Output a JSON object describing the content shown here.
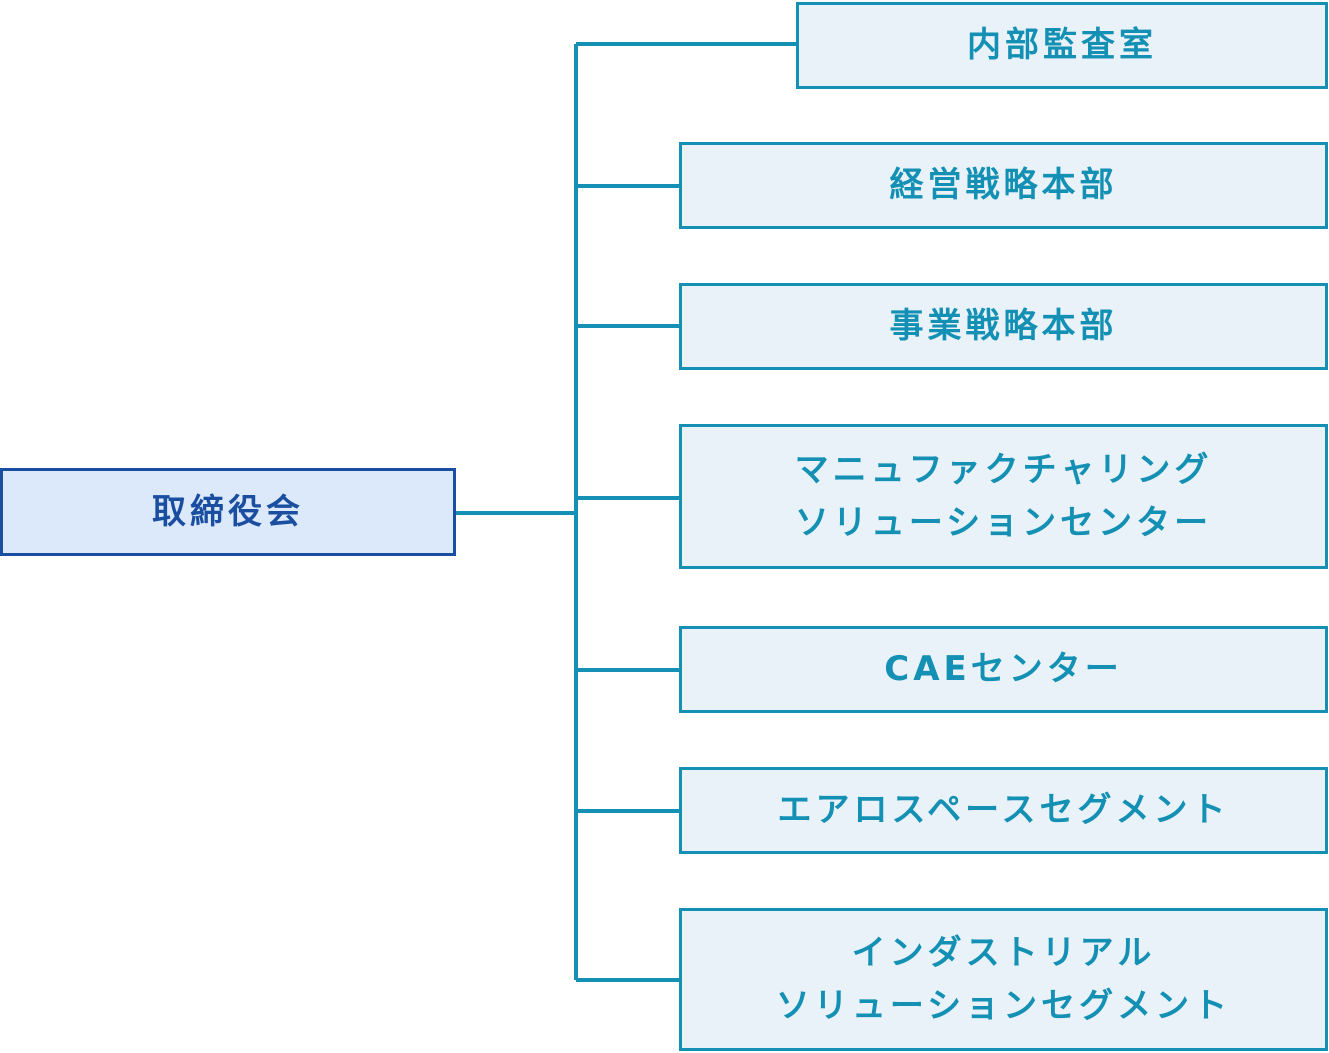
{
  "colors": {
    "root_border": "#1a4ea0",
    "root_fill": "#dbe9fb",
    "root_text": "#1a4ea0",
    "dept_border": "#1390b3",
    "dept_fill": "#e8f2f8",
    "dept_text": "#1390b3",
    "connector": "#1390b3"
  },
  "root": {
    "label": "取締役会"
  },
  "departments": [
    {
      "label": "内部監査室"
    },
    {
      "label": "経営戦略本部"
    },
    {
      "label": "事業戦略本部"
    },
    {
      "lines": [
        "マニュファクチャリング",
        "ソリューションセンター"
      ]
    },
    {
      "label": "CAEセンター"
    },
    {
      "label": "エアロスペースセグメント"
    },
    {
      "lines": [
        "インダストリアル",
        "ソリューションセグメント"
      ]
    }
  ]
}
